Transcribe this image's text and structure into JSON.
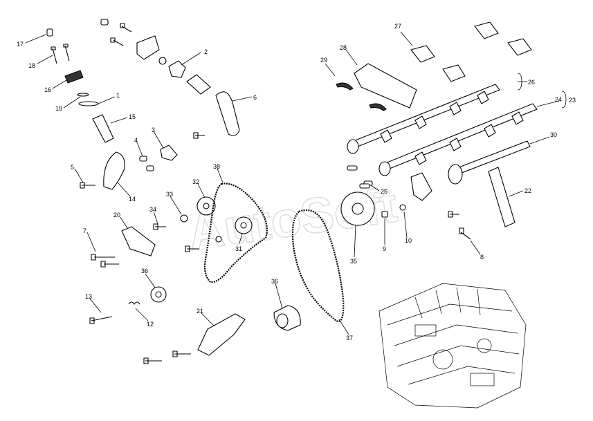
{
  "watermark": "AutoSoft",
  "callouts": {
    "c1": "1",
    "c2": "2",
    "c3": "3",
    "c4": "4",
    "c5": "5",
    "c6": "6",
    "c7": "7",
    "c8": "8",
    "c9": "9",
    "c10": "10",
    "c12": "12",
    "c13": "13",
    "c14": "14",
    "c15": "15",
    "c16": "16",
    "c17": "17",
    "c18": "18",
    "c19": "19",
    "c20": "20",
    "c21": "21",
    "c22": "22",
    "c23": "23",
    "c24": "24",
    "c25": "25",
    "c26": "26",
    "c27": "27",
    "c28": "28",
    "c29": "29",
    "c30": "30",
    "c31": "31",
    "c32": "32",
    "c33": "33",
    "c34": "34",
    "c35": "35",
    "c36": "36",
    "c37": "37",
    "c38": "38"
  }
}
